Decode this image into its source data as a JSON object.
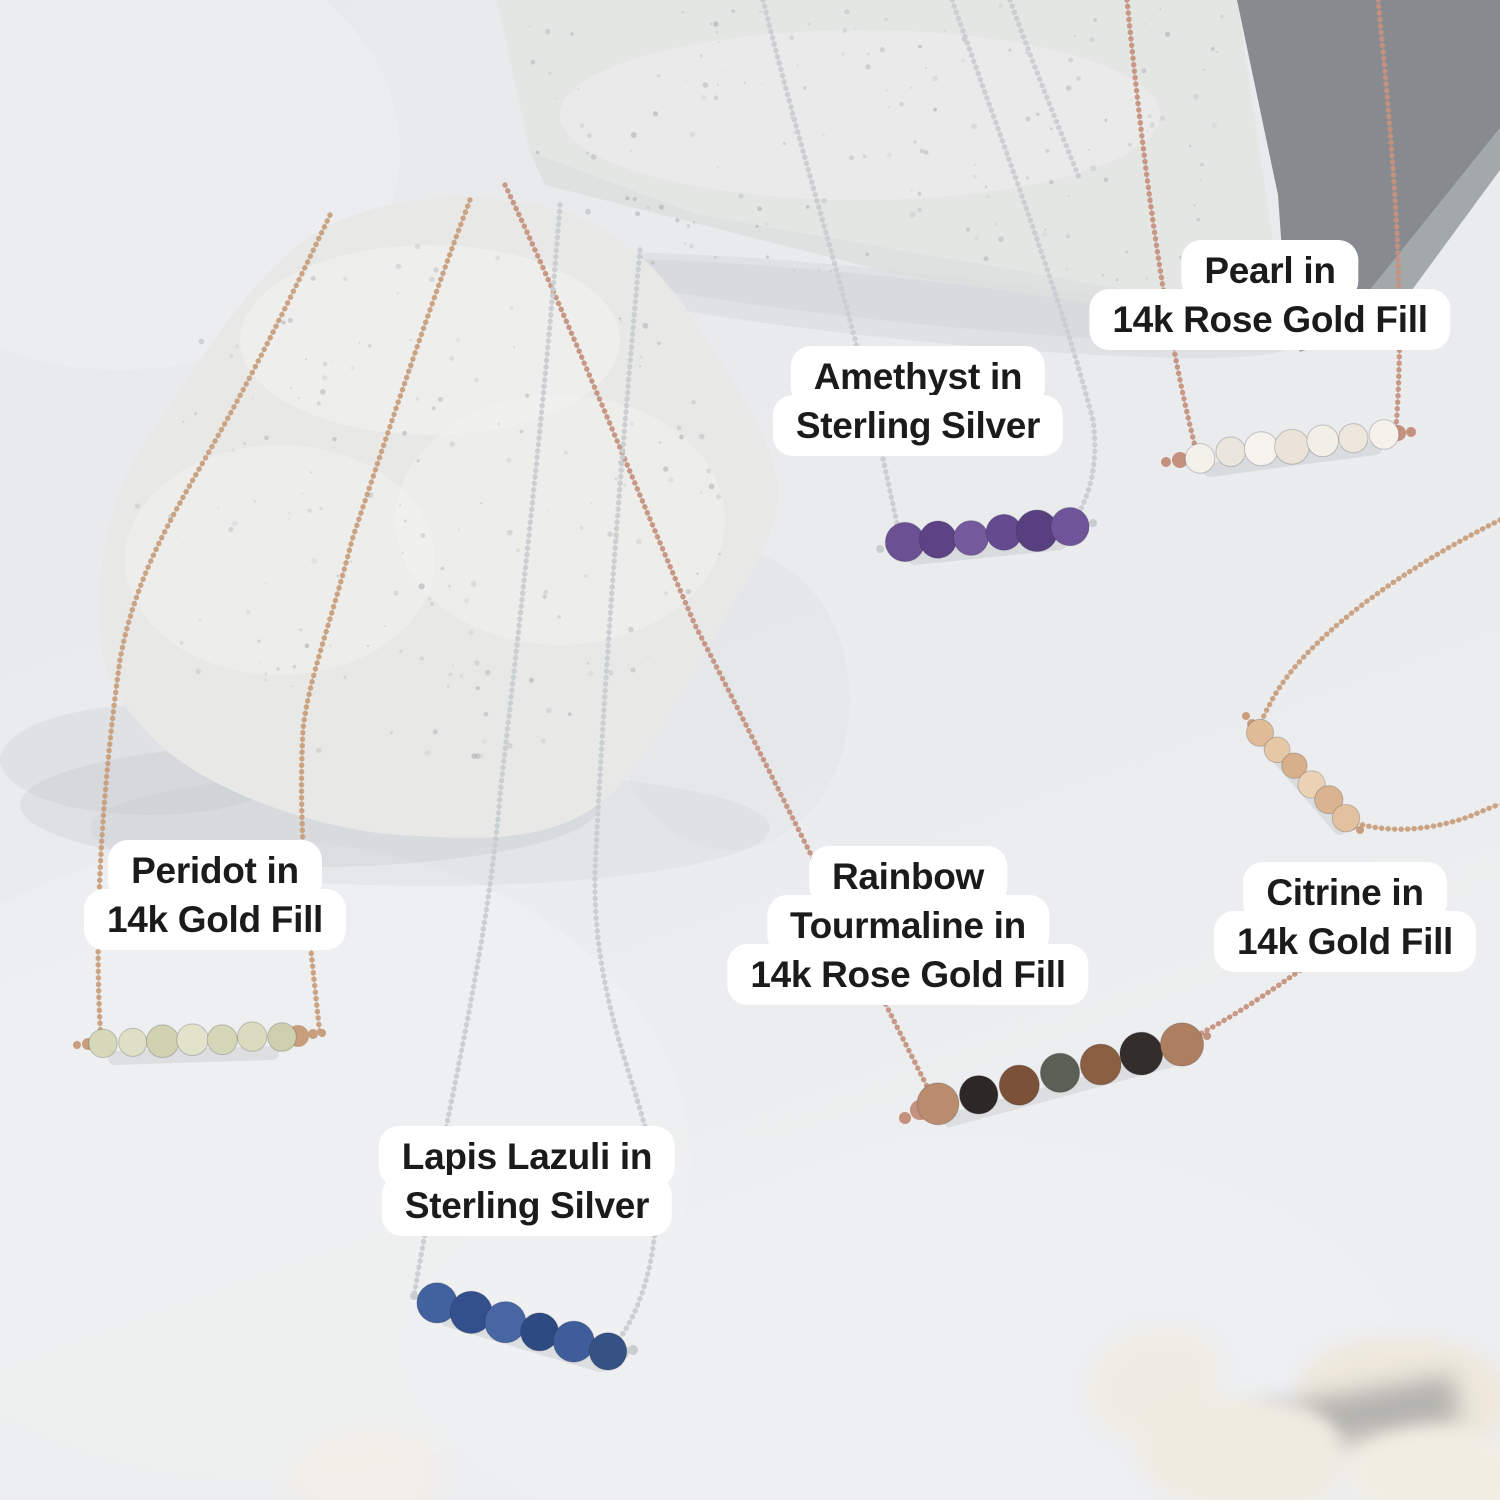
{
  "scene": {
    "background_color": "#e8eaed",
    "label_bg": "#ffffff",
    "label_text_color": "#1b1b1b",
    "stone_color": "#e7e8e6",
    "stone_shadow_color": "#868a8e"
  },
  "materials": {
    "rose_gold": "#c5917f",
    "gold": "#c89e7d",
    "silver": "#c9cdd0"
  },
  "necklaces": [
    {
      "name": "Pearl",
      "material": "14k Rose Gold Fill",
      "chain": "rose_gold",
      "label_lines": [
        "Pearl in",
        "14k Rose Gold Fill"
      ],
      "bead_colors": [
        "#f4f1ea",
        "#ebe6dd",
        "#f6f3ee",
        "#e9e3d9",
        "#f2efe8",
        "#ece6dc",
        "#f5f2ec"
      ]
    },
    {
      "name": "Amethyst",
      "material": "Sterling Silver",
      "chain": "silver",
      "label_lines": [
        "Amethyst in",
        "Sterling Silver"
      ],
      "bead_colors": [
        "#6c5094",
        "#5d4384",
        "#75599d",
        "#644a8e",
        "#584080",
        "#6f549a"
      ]
    },
    {
      "name": "Peridot",
      "material": "14k Gold Fill",
      "chain": "gold",
      "label_lines": [
        "Peridot in",
        "14k Gold Fill"
      ],
      "bead_colors": [
        "#d6d8ba",
        "#dee0c6",
        "#d0d2b2",
        "#e1e3cb",
        "#d4d6b8",
        "#dadcc0",
        "#cdd0ae"
      ]
    },
    {
      "name": "Rainbow Tourmaline",
      "material": "14k Rose Gold Fill",
      "chain": "rose_gold",
      "label_lines": [
        "Rainbow",
        "Tourmaline in",
        "14k Rose Gold Fill"
      ],
      "bead_colors": [
        "#b98c6d",
        "#2d2725",
        "#7b5138",
        "#5c5f55",
        "#8a5e40",
        "#332e2b",
        "#ad7f60"
      ]
    },
    {
      "name": "Citrine",
      "material": "14k Gold Fill",
      "chain": "gold",
      "label_lines": [
        "Citrine in",
        "14k Gold Fill"
      ],
      "bead_colors": [
        "#dfbb97",
        "#e7c8a6",
        "#d7af8b",
        "#ecd2b5",
        "#dab490",
        "#e3c19e"
      ]
    },
    {
      "name": "Lapis Lazuli",
      "material": "Sterling Silver",
      "chain": "silver",
      "label_lines": [
        "Lapis Lazuli in",
        "Sterling Silver"
      ],
      "bead_colors": [
        "#41619f",
        "#33508c",
        "#4966a4",
        "#2e4a83",
        "#3f5d9b",
        "#365284"
      ]
    }
  ]
}
